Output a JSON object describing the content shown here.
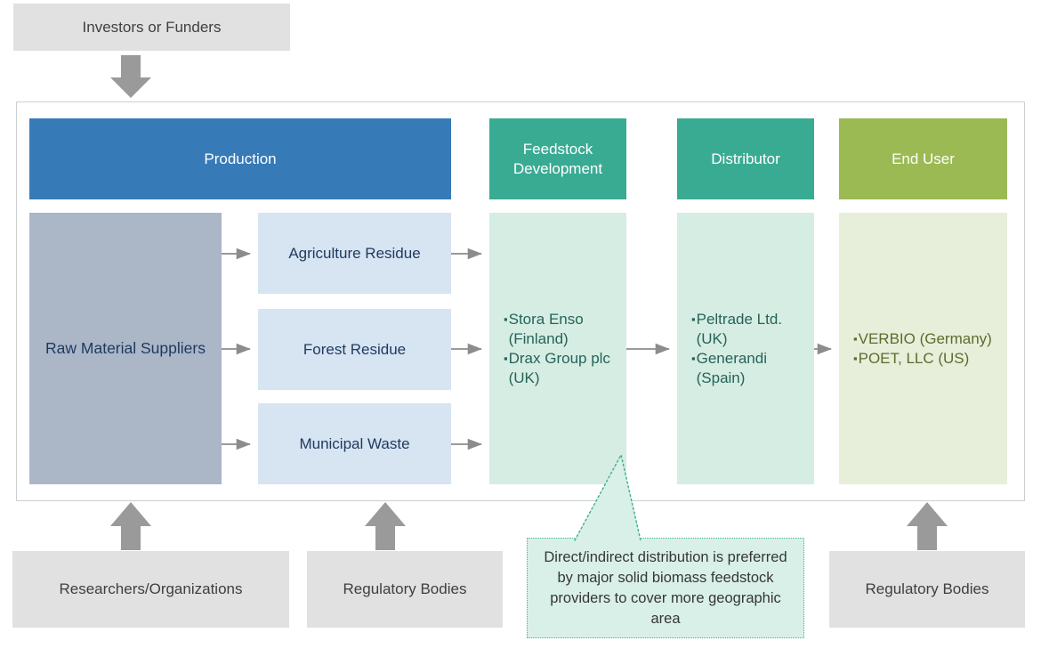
{
  "glyphs": {
    "bullet": "▪"
  },
  "colors": {
    "production_header": "#377ab8",
    "teal_header": "#3aab93",
    "enduser_header": "#9bba53",
    "raw_material_box": "#abb6c7",
    "feedstock_type_box": "#d7e4f1",
    "feedstock_content_box": "#d6ede4",
    "enduser_content_box": "#e7eeda",
    "external_gray_box": "#e1e1e1",
    "arrow_gray": "#9a9a9a",
    "callout_background": "#d9f0e8",
    "callout_border": "#45b39a"
  },
  "top": {
    "investors_label": "Investors or Funders"
  },
  "chain": {
    "production_header": "Production",
    "feedstock_header": "Feedstock Development",
    "distributor_header": "Distributor",
    "enduser_header": "End User",
    "raw_material_label": "Raw Material Suppliers",
    "feedstock_types": [
      "Agriculture Residue",
      "Forest Residue",
      "Municipal Waste"
    ],
    "feedstock_companies": [
      "Stora Enso (Finland)",
      "Drax Group plc (UK)"
    ],
    "distributor_companies": [
      "Peltrade Ltd. (UK)",
      "Generandi (Spain)"
    ],
    "enduser_companies": [
      "VERBIO (Germany)",
      "POET, LLC (US)"
    ]
  },
  "bottom": {
    "researchers_label": "Researchers/Organizations",
    "regulatory_left_label": "Regulatory Bodies",
    "regulatory_right_label": "Regulatory Bodies"
  },
  "callout": {
    "text": "Direct/indirect distribution is preferred by major solid biomass feedstock providers to cover more geographic area"
  }
}
